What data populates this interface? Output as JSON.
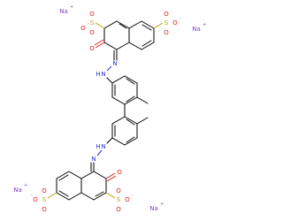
{
  "colors": {
    "bond": "#000000",
    "oxygen": "#e02020",
    "sulfur": "#b8a000",
    "nitrogen": "#2b2bd9",
    "sodium": "#7a3fbf",
    "background": "#ffffff"
  },
  "labels": {
    "na1": "Na",
    "na1_charge": "+",
    "na2": "Na",
    "na2_charge": "+",
    "na3": "Na",
    "na3_charge": "+",
    "na4": "Na",
    "na4_charge": "+",
    "o_neg_top_left": "O",
    "o_neg_top_left_charge": "-",
    "s_top_left": "S",
    "o_top_left_1": "O",
    "o_top_left_2": "O",
    "o_keto_top": "O",
    "s_top_right": "S",
    "o_top_right_1": "O",
    "o_top_right_2": "O",
    "o_neg_top_right": "O",
    "o_neg_top_right_charge": "-",
    "n_top_1": "N",
    "n_top_2": "N",
    "h_top": "H",
    "n_bot_1": "N",
    "n_bot_2": "N",
    "h_bot": "H",
    "o_keto_bot": "O",
    "s_bot_left": "S",
    "o_bot_left_1": "O",
    "o_bot_left_2": "O",
    "o_neg_bot_left": "O",
    "o_neg_bot_left_charge": "-",
    "s_bot_right": "S",
    "o_bot_right_1": "O",
    "o_bot_right_2": "O",
    "o_neg_bot_right": "O",
    "o_neg_bot_right_charge": "-"
  }
}
